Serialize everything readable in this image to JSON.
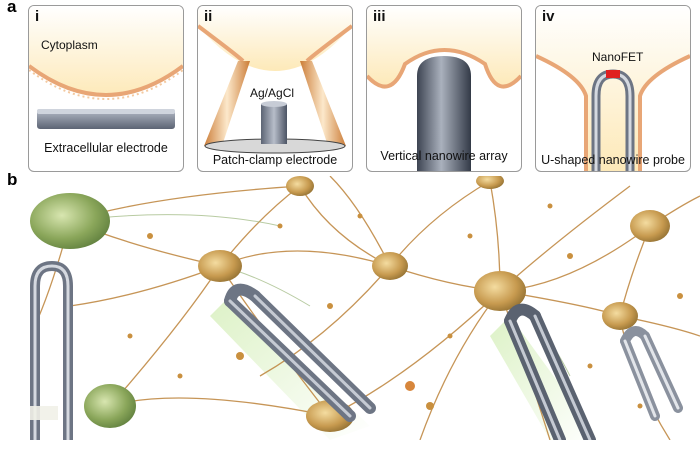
{
  "figure": {
    "label_a": "a",
    "label_b": "b"
  },
  "panels": [
    {
      "roman": "i",
      "caption": "Extracellular electrode",
      "inner_label": "Cytoplasm"
    },
    {
      "roman": "ii",
      "caption": "Patch-clamp electrode",
      "inner_label": "Ag/AgCl"
    },
    {
      "roman": "iii",
      "caption": "Vertical nanowire array",
      "inner_label": ""
    },
    {
      "roman": "iv",
      "caption": "U-shaped nanowire probe",
      "inner_label": "NanoFET"
    }
  ],
  "colors": {
    "cytoplasm": "#fdeec8",
    "membrane": "#e8a676",
    "electrode": "#7f8796",
    "nanofet": "#e02020",
    "neuron_body": "#d9b46a",
    "neuron_edge": "#b8863e"
  }
}
